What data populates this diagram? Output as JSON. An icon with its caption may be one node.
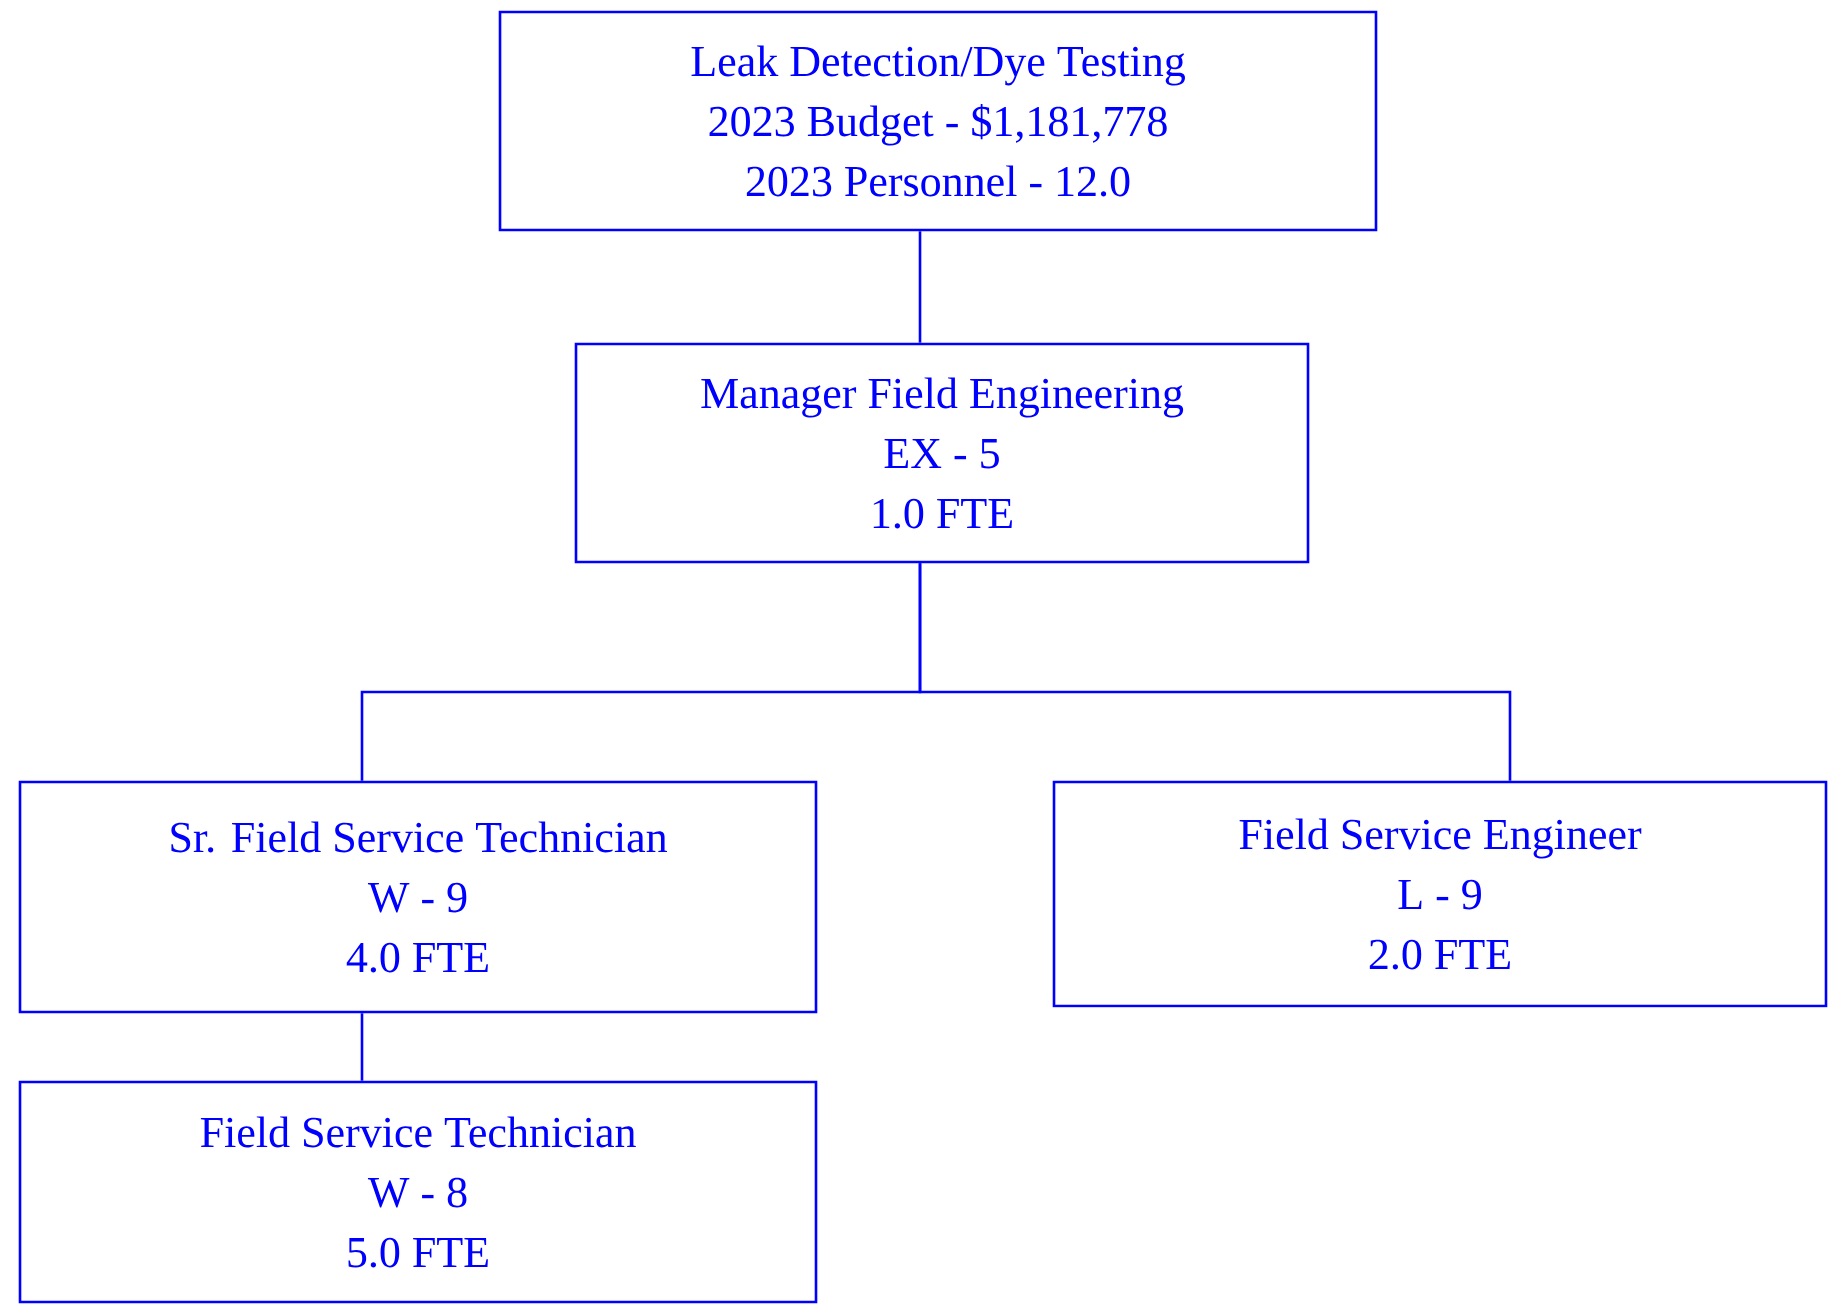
{
  "diagram": {
    "nodes": [
      {
        "text": [
          "Leak Detection/Dye Testing",
          "2023 Budget - $1,181,778",
          "2023 Personnel - 12.0"
        ]
      },
      {
        "text": [
          "Manager Field Engineering",
          "EX - 5",
          "1.0 FTE"
        ]
      },
      {
        "text": [
          "Sr. Field Service Technician",
          "W - 9",
          "4.0 FTE"
        ]
      },
      {
        "text": [
          "Field Service Engineer",
          "L - 9",
          "2.0 FTE"
        ]
      },
      {
        "text": [
          "Field Service Technician",
          "W - 8",
          "5.0 FTE"
        ]
      }
    ],
    "edges": [
      {
        "from": 0,
        "to": 1,
        "arrow": "none"
      },
      {
        "from": 1,
        "to": 2,
        "arrow": "none"
      },
      {
        "from": 1,
        "to": 3,
        "arrow": "none"
      },
      {
        "from": 2,
        "to": 4,
        "arrow": "none"
      }
    ]
  }
}
